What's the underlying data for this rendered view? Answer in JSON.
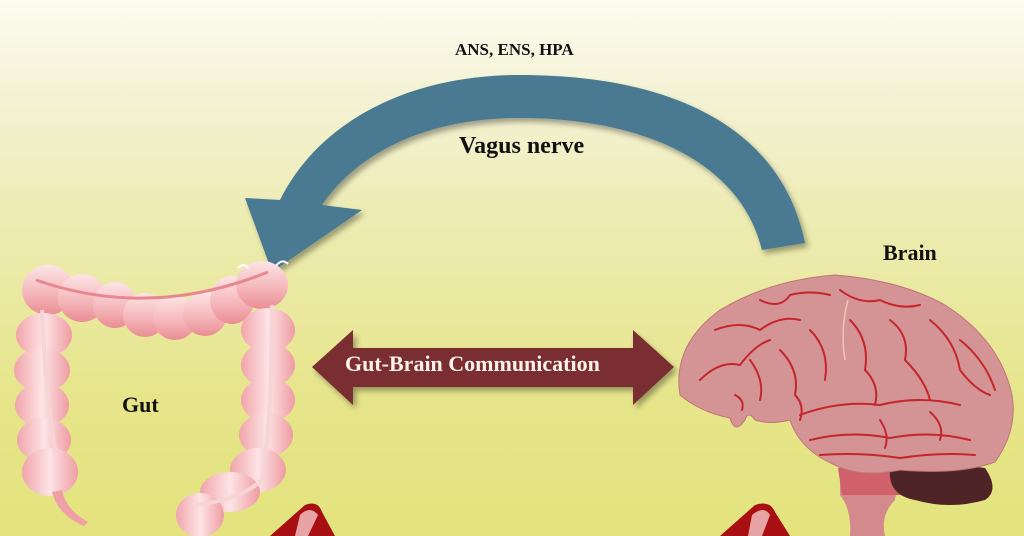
{
  "diagram": {
    "title": "Gut-Brain Communication",
    "nodes": {
      "gut": {
        "label": "Gut",
        "color": "#f2b3b6"
      },
      "brain": {
        "label": "Brain",
        "color": "#d49496"
      }
    },
    "edges": {
      "vagus": {
        "label": "Vagus nerve",
        "sublabel": "ANS, ENS, HPA",
        "direction": "brain-to-gut",
        "color": "#4a7a91"
      },
      "bidirectional": {
        "label": "Gut-Brain Communication",
        "direction": "bidirectional",
        "color": "#7a2e30"
      }
    },
    "colors": {
      "background_top": "#fdfcf0",
      "background_bottom": "#e4e37e",
      "brain_vessels": "#c4262c",
      "cerebellum": "#4f2426",
      "cup_red": "#a80f12"
    }
  }
}
